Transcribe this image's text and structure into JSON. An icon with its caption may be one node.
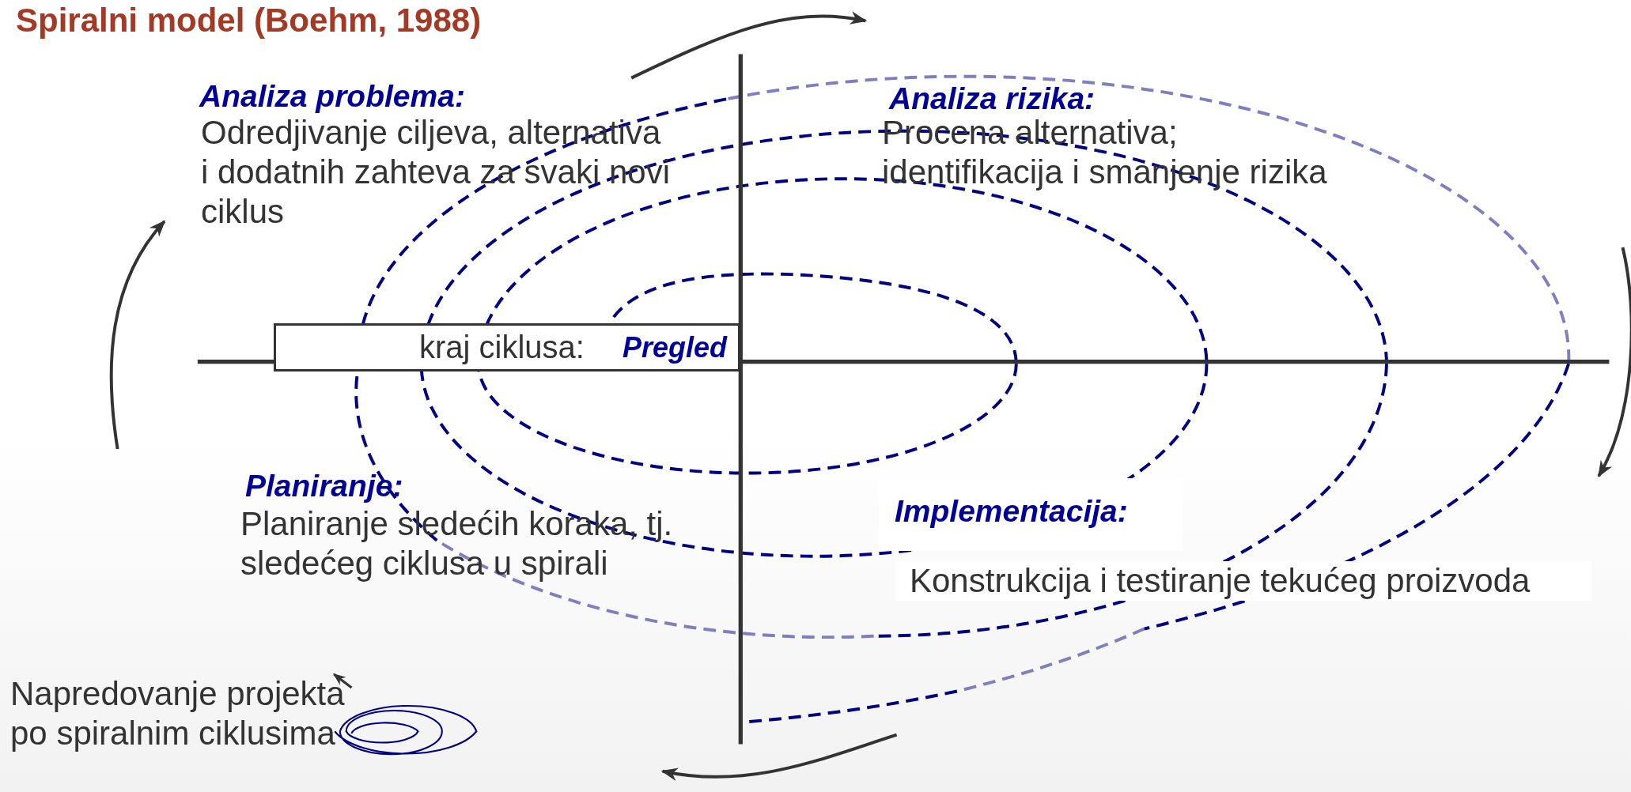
{
  "diagram": {
    "title": "Spiralni model (Boehm, 1988)",
    "nodes": [
      {
        "text": [
          "kraj ciklusa:",
          "Pregled"
        ]
      },
      {
        "text": [
          "Napredovanje projekta po spiralnim ciklusima"
        ]
      },
      {
        "text": [],
        "shape": "spiral"
      }
    ],
    "edges": [
      {
        "from": 2,
        "to": 1,
        "arrow": "to"
      }
    ],
    "labels": [
      "Analiza problema:",
      "Odredjivanje ciljeva, alternativa i dodatnih zahteva za svaki novi ciklus",
      "Analiza rizika:",
      "Procena alternativa; identifikacija i smanjenje rizika",
      "Planiranje:",
      "Planiranje sledećih koraka, tj. sledećeg ciklusa u spirali",
      "Implementacija:",
      "Konstrukcija i testiranje tekućeg proizvoda"
    ]
  }
}
